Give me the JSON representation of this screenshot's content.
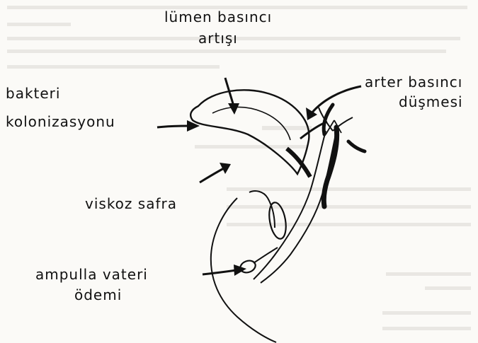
{
  "labels": {
    "lumen_line1": "lümen basıncı",
    "lumen_line2": "artışı",
    "arter_line1": "arter basıncı",
    "arter_line2": "düşmesi",
    "bakteri_line1": "bakteri",
    "bakteri_line2": "kolonizasyonu",
    "viskoz": "viskoz safra",
    "ampulla_line1": "ampulla vateri",
    "ampulla_line2": "ödemi"
  },
  "colors": {
    "ink": "#111111",
    "paper": "#fbfaf7",
    "bleed_through": "#b8b6b0"
  }
}
